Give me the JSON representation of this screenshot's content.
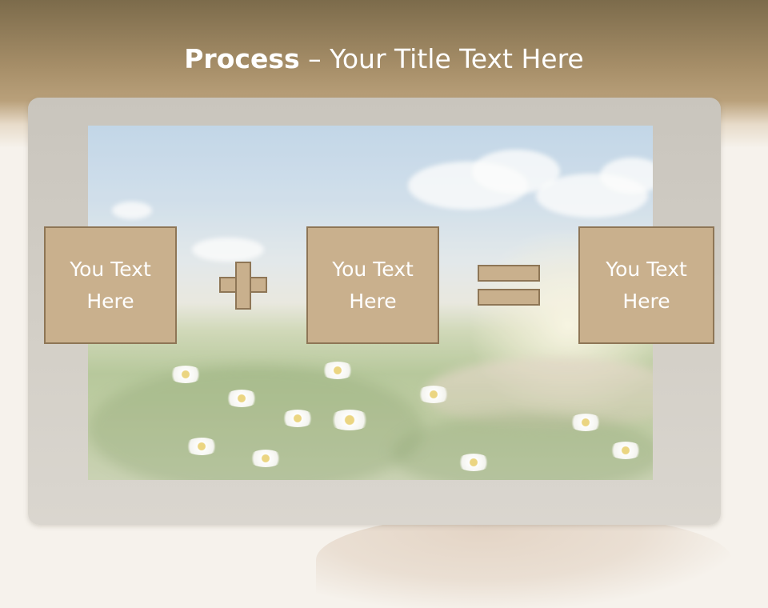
{
  "slide": {
    "title_bold": "Process",
    "title_rest": " – Your Title Text Here"
  },
  "process": {
    "boxes": [
      {
        "line1": "You Text",
        "line2": "Here"
      },
      {
        "line1": "You Text",
        "line2": "Here"
      },
      {
        "line1": "You Text",
        "line2": "Here"
      }
    ],
    "operator_1": "plus-icon",
    "operator_2": "equals-icon"
  },
  "colors": {
    "header": "#a68e68",
    "box_fill": "#c9b08d",
    "box_border": "#8e7656",
    "text": "#ffffff"
  }
}
